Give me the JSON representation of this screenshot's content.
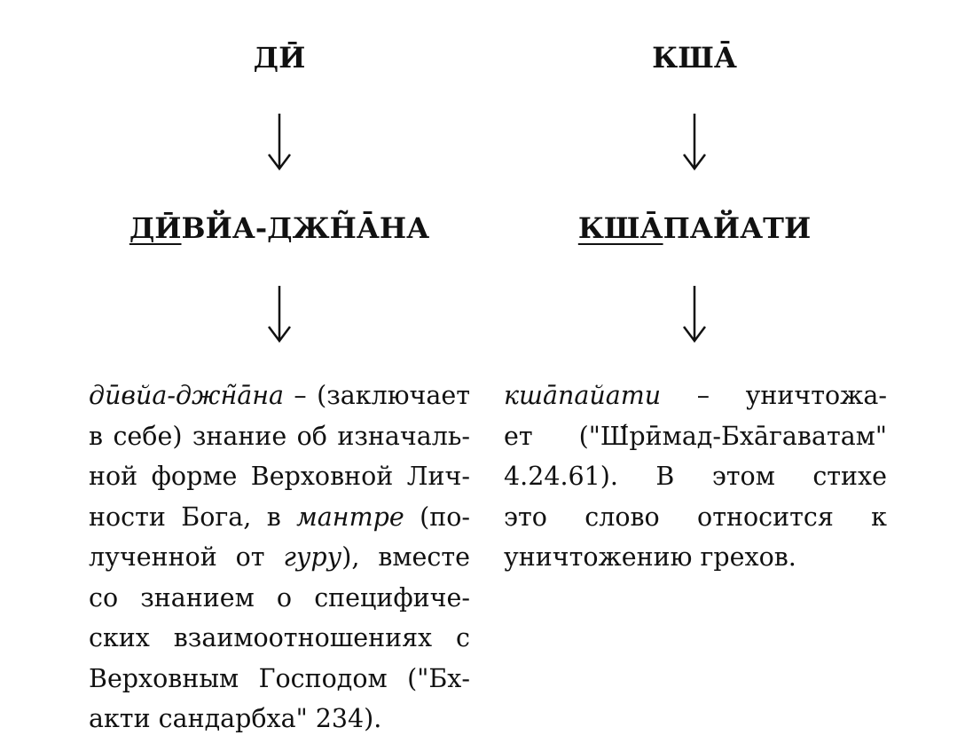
{
  "left": {
    "root": "ДӢ",
    "word_underlined": "ДӢ",
    "word_rest": "ВЙА-ДЖН̃А̄НА",
    "lines": [
      [
        {
          "t": "дӣвйа-джн̃а̄на",
          "i": true
        },
        {
          "t": " – (заключает",
          "i": false
        }
      ],
      [
        {
          "t": "в себе) знание об изначаль-",
          "i": false
        }
      ],
      [
        {
          "t": "ной форме Верховной Лич-",
          "i": false
        }
      ],
      [
        {
          "t": "ности Бога, в ",
          "i": false
        },
        {
          "t": "мантре",
          "i": true
        },
        {
          "t": " (по-",
          "i": false
        }
      ],
      [
        {
          "t": "лученной от ",
          "i": false
        },
        {
          "t": "гуру",
          "i": true
        },
        {
          "t": "), вместе",
          "i": false
        }
      ],
      [
        {
          "t": "со знанием о специфиче-",
          "i": false
        }
      ],
      [
        {
          "t": "ских взаимоотношениях с",
          "i": false
        }
      ],
      [
        {
          "t": "Верховным Господом (\"Бх-",
          "i": false
        }
      ],
      [
        {
          "t": "акти сандарбха\" 234).",
          "i": false
        }
      ]
    ]
  },
  "right": {
    "root": "КША̄",
    "word_underlined": "КША̄",
    "word_rest": "ПАЙАТИ",
    "lines": [
      [
        {
          "t": "кша̄пайати",
          "i": true
        },
        {
          "t": " – уничтожа-",
          "i": false
        }
      ],
      [
        {
          "t": "ет (\"Ш́рӣмад-Бха̄гаватам\"",
          "i": false
        }
      ],
      [
        {
          "t": "4.24.61). В этом стихе",
          "i": false
        }
      ],
      [
        {
          "t": "это слово относится к",
          "i": false
        }
      ],
      [
        {
          "t": "уничтожению грехов.",
          "i": false
        }
      ]
    ]
  }
}
